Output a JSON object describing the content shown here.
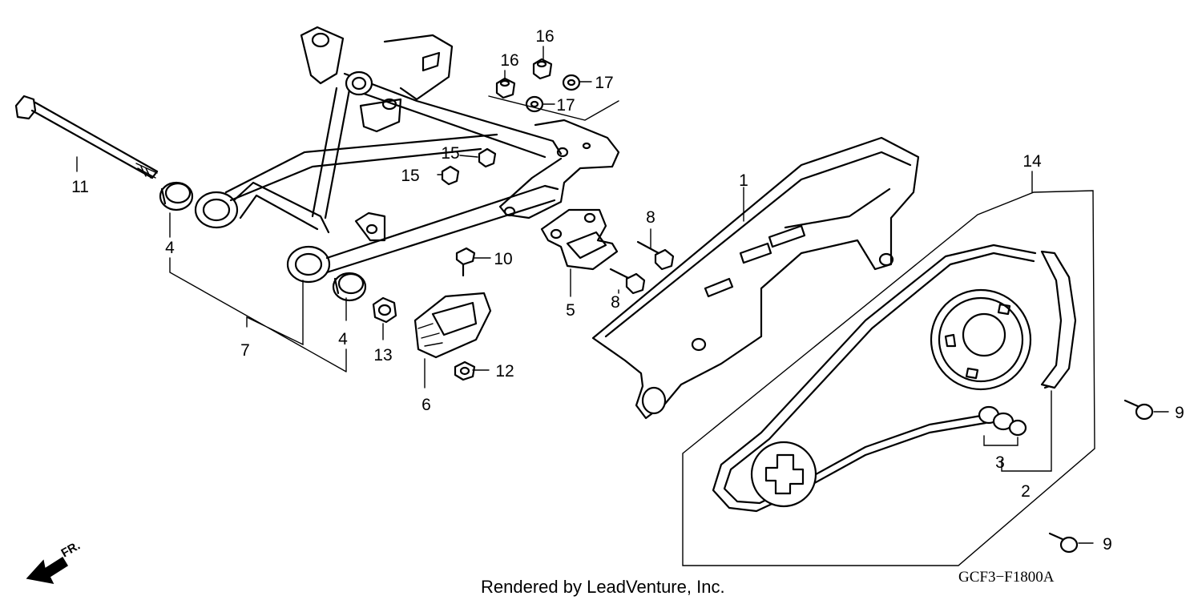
{
  "callouts": {
    "c1": "1",
    "c2": "2",
    "c3": "3",
    "c4a": "4",
    "c4b": "4",
    "c5": "5",
    "c6": "6",
    "c7": "7",
    "c8a": "8",
    "c8b": "8",
    "c9a": "9",
    "c9b": "9",
    "c10": "10",
    "c11": "11",
    "c12": "12",
    "c13": "13",
    "c14": "14",
    "c15a": "15",
    "c15b": "15",
    "c16a": "16",
    "c16b": "16",
    "c17a": "17",
    "c17b": "17"
  },
  "direction_marker": "FR.",
  "footer_text": "Rendered by LeadVenture, Inc.",
  "diagram_code": "GCF3−F1800A",
  "colors": {
    "ink": "#000000",
    "paper": "#ffffff"
  }
}
